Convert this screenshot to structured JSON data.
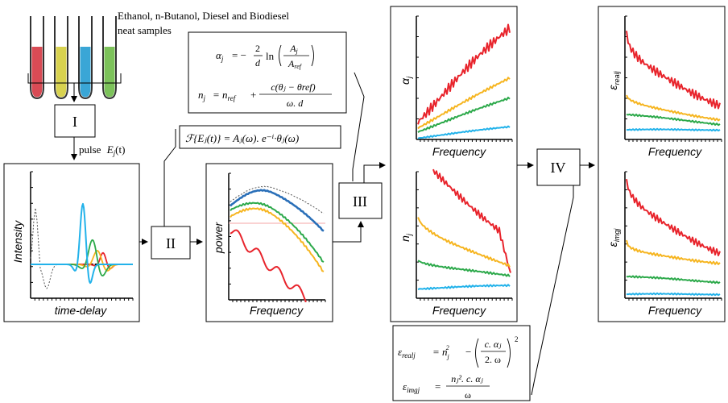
{
  "samples": {
    "caption_line1": "Ethanol, n-Butanol, Diesel and Biodiesel",
    "caption_line2": "neat samples",
    "tube_colors": [
      "#d94b55",
      "#d8d24f",
      "#3aa6d6",
      "#7cc25a"
    ]
  },
  "steps": {
    "step1": "I",
    "step2": "II",
    "step3": "III",
    "step4": "IV"
  },
  "pulse_label": {
    "word": "pulse",
    "symbol": "E",
    "sub": "j",
    "arg": "(t)"
  },
  "fourier_equation": "ℱ{Eⱼ(t)} = Aⱼ(ω). e⁻ⁱ·θⱼ(ω)",
  "alpha_equation": {
    "lhs": "α",
    "lhs_sub": "j",
    "equals": "= −",
    "frac_num": "2",
    "frac_den": "d",
    "ln": "ln",
    "arg_num": "A",
    "arg_num_sub": "j",
    "arg_den": "A",
    "arg_den_sub": "ref"
  },
  "n_equation": {
    "lhs": "n",
    "lhs_sub": "j",
    "rhs_start": "= n",
    "rhs_sub": "ref",
    "plus": "+",
    "frac_num": "c(θⱼ − θref)",
    "frac_den": "ω. d"
  },
  "eps_real_equation": {
    "lhs": "ε",
    "lhs_sub": "realj",
    "rhs_start": "= n",
    "rhs_sub": "j",
    "sq": "2",
    "minus": "−",
    "frac_num": "c. αⱼ",
    "frac_den": "2. ω",
    "outer_sq": "2"
  },
  "eps_imag_equation": {
    "lhs": "ε",
    "lhs_sub": "imgj",
    "equals": "=",
    "frac_num": "nⱼ². c. αⱼ",
    "frac_den": "ω"
  },
  "time_panel": {
    "ylabel": "Intensity",
    "xlabel": "time-delay"
  },
  "power_panel": {
    "ylabel": "power",
    "xlabel": "Frequency"
  },
  "alpha_panel": {
    "ylabel": "α",
    "ylabel_sub": "j",
    "xlabel": "Frequency"
  },
  "n_panel": {
    "ylabel": "n",
    "ylabel_sub": "j",
    "xlabel": "Frequency"
  },
  "real_panel": {
    "ylabel": "ε",
    "ylabel_sub": "realj",
    "xlabel": "Frequency"
  },
  "imag_panel": {
    "ylabel": "ε",
    "ylabel_sub": "imgj",
    "xlabel": "Frequency"
  },
  "colors": {
    "red": "#e8242c",
    "yellow": "#f6b520",
    "green": "#2ca94a",
    "cyan": "#22b2ea",
    "blue": "#2a6fb8",
    "ref": "#555555"
  }
}
